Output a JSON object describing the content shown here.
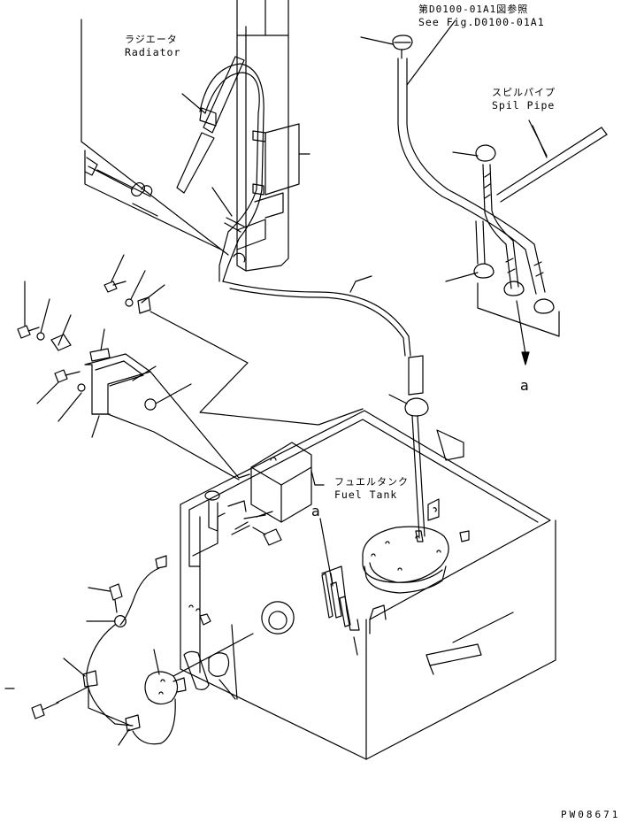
{
  "labels": {
    "radiator_jp": "ラジエータ",
    "radiator_en": "Radiator",
    "see_fig_jp": "第D0100-01A1図参照",
    "see_fig_en": "See Fig.D0100-01A1",
    "spill_pipe_jp": "スピルパイプ",
    "spill_pipe_en": "Spil Pipe",
    "fuel_tank_jp": "フュエルタンク",
    "fuel_tank_en": "Fuel Tank",
    "ref_a_upper": "a",
    "ref_a_lower": "a",
    "drawing_number": "PW08671"
  },
  "colors": {
    "line": "#000000",
    "background": "#ffffff"
  }
}
